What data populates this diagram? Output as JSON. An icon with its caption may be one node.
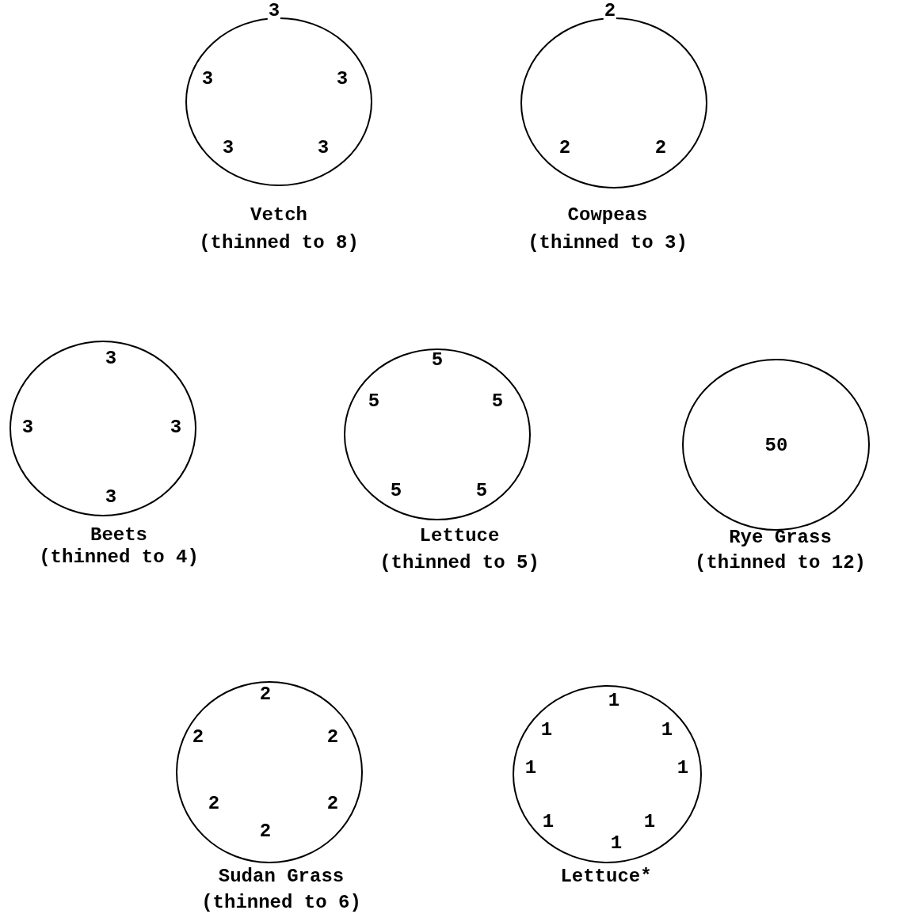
{
  "diagram": {
    "nodes": [
      {
        "text": [
          "3",
          "3",
          "3",
          "3",
          "3"
        ],
        "beside": [
          "Vetch",
          "(thinned to 8)"
        ]
      },
      {
        "text": [
          "2",
          "2",
          "2"
        ],
        "beside": [
          "Cowpeas",
          "(thinned to 3)"
        ]
      },
      {
        "text": [
          "3",
          "3",
          "3",
          "3"
        ],
        "beside": [
          "Beets",
          "(thinned to 4)"
        ]
      },
      {
        "text": [
          "5",
          "5",
          "5",
          "5",
          "5"
        ],
        "beside": [
          "Lettuce",
          "(thinned to 5)"
        ]
      },
      {
        "text": [
          "50"
        ],
        "beside": [
          "Rye Grass",
          "(thinned to 12)"
        ]
      },
      {
        "text": [
          "2",
          "2",
          "2",
          "2",
          "2",
          "2"
        ],
        "beside": [
          "Sudan Grass",
          "(thinned to 6)"
        ]
      },
      {
        "text": [
          "1",
          "1",
          "1",
          "1",
          "1",
          "1",
          "1",
          "1"
        ],
        "beside": [
          "Lettuce*"
        ]
      }
    ]
  }
}
